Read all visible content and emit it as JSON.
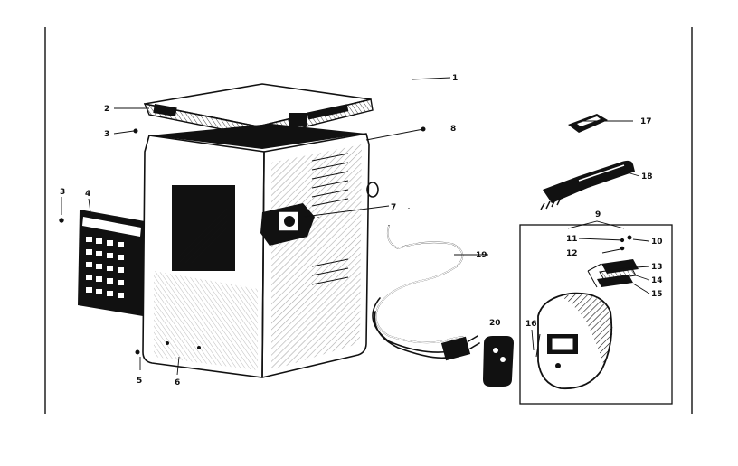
{
  "callouts": {
    "c1": "1",
    "c2": "2",
    "c3a": "3",
    "c3b": "3",
    "c4": "4",
    "c5": "5",
    "c6": "6",
    "c7": "7",
    "c8": "8",
    "c9": "9",
    "c10": "10",
    "c11": "11",
    "c12": "12",
    "c13": "13",
    "c14": "14",
    "c15": "15",
    "c16": "16",
    "c17": "17",
    "c18": "18",
    "c19": "19",
    "c20": "20"
  },
  "colors": {
    "ink": "#111111",
    "paper": "#ffffff"
  }
}
